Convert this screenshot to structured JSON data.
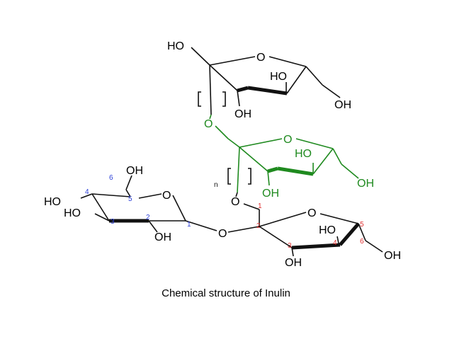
{
  "caption": "Chemical structure of Inulin",
  "colors": {
    "black": "#111111",
    "green": "#1f8a1f",
    "blue": "#2b3fd8",
    "red": "#e03030"
  },
  "top_ring": {
    "ho_ch2": "HO",
    "ring_o": "O",
    "ho_c3": "HO",
    "ho_c4": "OH",
    "ch2oh": "OH"
  },
  "mid_ring": {
    "link_o": "O",
    "ring_o": "O",
    "ho_c3": "HO",
    "ho_c4": "OH",
    "ch2oh": "OH",
    "repeat": "n"
  },
  "glucose": {
    "oh6": "OH",
    "ho4": "HO",
    "ho3": "HO",
    "oh2": "OH",
    "ring_o": "O",
    "nums": [
      "6",
      "4",
      "5",
      "3",
      "2",
      "1"
    ]
  },
  "link_o": "O",
  "bottom_link_o": "O",
  "fructose": {
    "ring_o": "O",
    "ho4": "HO",
    "oh3": "OH",
    "ch2oh": "OH",
    "nums": [
      "1",
      "2",
      "3",
      "4",
      "5",
      "6"
    ]
  }
}
